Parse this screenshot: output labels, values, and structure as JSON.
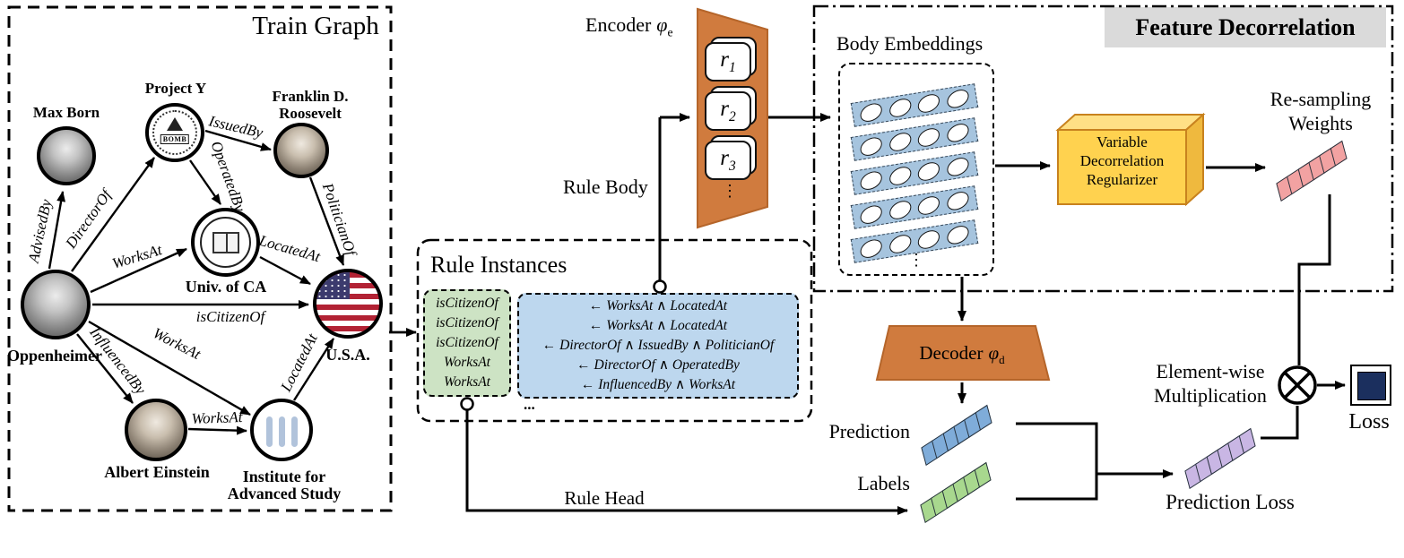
{
  "train_graph": {
    "title": "Train Graph",
    "nodes": [
      {
        "id": "max-born",
        "label": "Max Born"
      },
      {
        "id": "project-y",
        "label": "Project Y",
        "logo_text": "BOMB"
      },
      {
        "id": "franklin-d-roosevelt",
        "label_lines": [
          "Franklin D.",
          "Roosevelt"
        ]
      },
      {
        "id": "univ-of-ca",
        "label": "Univ. of CA"
      },
      {
        "id": "usa",
        "label": "U.S.A."
      },
      {
        "id": "oppenheimer",
        "label": "Oppenheimer"
      },
      {
        "id": "albert-einstein",
        "label": "Albert Einstein"
      },
      {
        "id": "institute-for-advanced-study",
        "label_lines": [
          "Institute for",
          "Advanced Study"
        ]
      }
    ],
    "edges": [
      {
        "label": "AdvisedBy",
        "from": "Oppenheimer",
        "to": "Max Born"
      },
      {
        "label": "DirectorOf",
        "from": "Oppenheimer",
        "to": "Project Y"
      },
      {
        "label": "WorksAt",
        "from": "Oppenheimer",
        "to": "Univ. of CA"
      },
      {
        "label": "IssuedBy",
        "from": "Project Y",
        "to": "Franklin D. Roosevelt"
      },
      {
        "label": "OperatedBy",
        "from": "Project Y",
        "to": "Univ. of CA"
      },
      {
        "label": "PoliticianOf",
        "from": "Franklin D. Roosevelt",
        "to": "U.S.A."
      },
      {
        "label": "LocatedAt",
        "from": "Univ. of CA",
        "to": "U.S.A."
      },
      {
        "label": "isCitizenOf",
        "from": "Oppenheimer",
        "to": "U.S.A."
      },
      {
        "label": "InfluencedBy",
        "from": "Oppenheimer",
        "to": "Albert Einstein"
      },
      {
        "label": "WorksAt",
        "from": "Oppenheimer",
        "to": "Institute for Advanced Study"
      },
      {
        "label": "WorksAt",
        "from": "Albert Einstein",
        "to": "Institute for Advanced Study"
      },
      {
        "label": "LocatedAt",
        "from": "Institute for Advanced Study",
        "to": "U.S.A."
      }
    ]
  },
  "rule_instances": {
    "title": "Rule Instances",
    "heads": [
      "isCitizenOf",
      "isCitizenOf",
      "isCitizenOf",
      "WorksAt",
      "WorksAt"
    ],
    "bodies": [
      "← WorksAt ∧ LocatedAt",
      "← WorksAt ∧ LocatedAt",
      "← DirectorOf ∧ IssuedBy ∧ PoliticianOf",
      "← DirectorOf ∧ OperatedBy",
      "← InfluencedBy ∧ WorksAt"
    ],
    "ellipsis": "...",
    "rule_body_label": "Rule Body",
    "rule_head_label": "Rule Head"
  },
  "encoder": {
    "prefix": "Encoder",
    "symbol": "φ",
    "sub": "e",
    "cards": [
      {
        "base": "r",
        "sub": "1"
      },
      {
        "base": "r",
        "sub": "2"
      },
      {
        "base": "r",
        "sub": "3"
      }
    ],
    "vdots": "⋮"
  },
  "decoder": {
    "prefix": "Decoder",
    "symbol": "φ",
    "sub": "d"
  },
  "feature_decorrelation": {
    "title": "Feature Decorrelation",
    "body_embeddings_label": "Body Embeddings",
    "body_embeddings_vdots": "⋮",
    "regularizer_lines": [
      "Variable",
      "Decorrelation",
      "Regularizer"
    ],
    "resampling_lines": [
      "Re-sampling",
      "Weights"
    ]
  },
  "outputs": {
    "prediction_label": "Prediction",
    "labels_label": "Labels",
    "elementwise_lines": [
      "Element-wise",
      "Multiplication"
    ],
    "loss_label": "Loss",
    "prediction_loss_label": "Prediction Loss",
    "multiply_icon": "⊗"
  },
  "colors": {
    "encoder_decoder_fill": "#D07B3E",
    "encoder_decoder_stroke": "#B5652A",
    "regularizer_fill": "#FFD24F",
    "regularizer_top": "#FFE085",
    "regularizer_side": "#EFB93E",
    "regularizer_stroke": "#C8821E",
    "rule_head_box": "#CDE3C4",
    "rule_body_box": "#BDD7EE",
    "embedding_sheet": "#A6C4DE",
    "weights_vector": "#F2A2A2",
    "prediction_vector": "#7FACD9",
    "labels_vector": "#A8D88E",
    "prediction_loss_vector": "#C9B6E4",
    "loss_square": "#1B2F5E",
    "section_header_bg": "#DADADA"
  }
}
